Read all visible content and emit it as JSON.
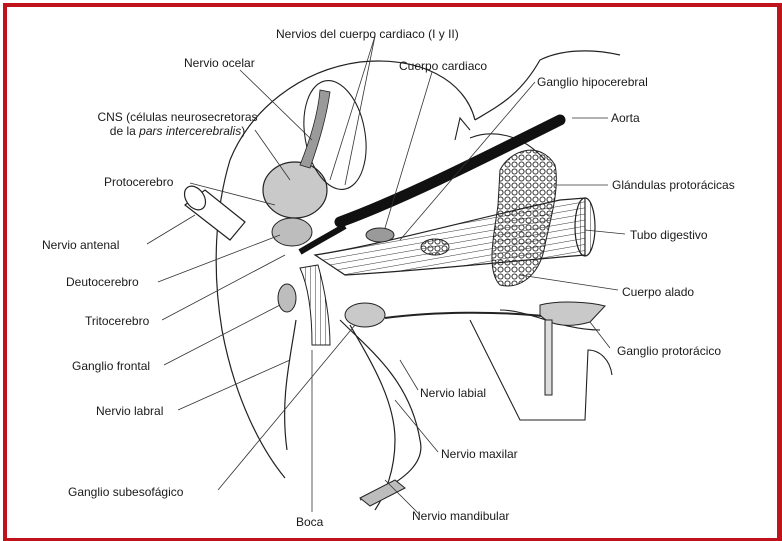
{
  "frame": {
    "border_color": "#c0121b"
  },
  "labels": {
    "nervios_cuerpo_cardiaco": "Nervios del cuerpo cardiaco (I y II)",
    "nervio_ocelar": "Nervio ocelar",
    "cuerpo_cardiaco": "Cuerpo cardiaco",
    "ganglio_hipocerebral": "Ganglio hipocerebral",
    "cns_line1": "CNS (células neurosecretoras",
    "cns_line2_prefix": "de la ",
    "cns_line2_italic": "pars intercerebralis",
    "cns_line2_suffix": ")",
    "aorta": "Aorta",
    "protocerebro": "Protocerebro",
    "glandulas_protoracicas": "Glándulas protorácicas",
    "tubo_digestivo": "Tubo digestivo",
    "nervio_antenal": "Nervio antenal",
    "deutocerebro": "Deutocerebro",
    "cuerpo_alado": "Cuerpo alado",
    "tritocerebro": "Tritocerebro",
    "ganglio_protoracico": "Ganglio protorácico",
    "ganglio_frontal": "Ganglio frontal",
    "nervio_labial": "Nervio labial",
    "nervio_labral": "Nervio labral",
    "nervio_maxilar": "Nervio maxilar",
    "ganglio_subesofagico": "Ganglio subesofágico",
    "nervio_mandibular": "Nervio mandibular",
    "boca": "Boca"
  }
}
